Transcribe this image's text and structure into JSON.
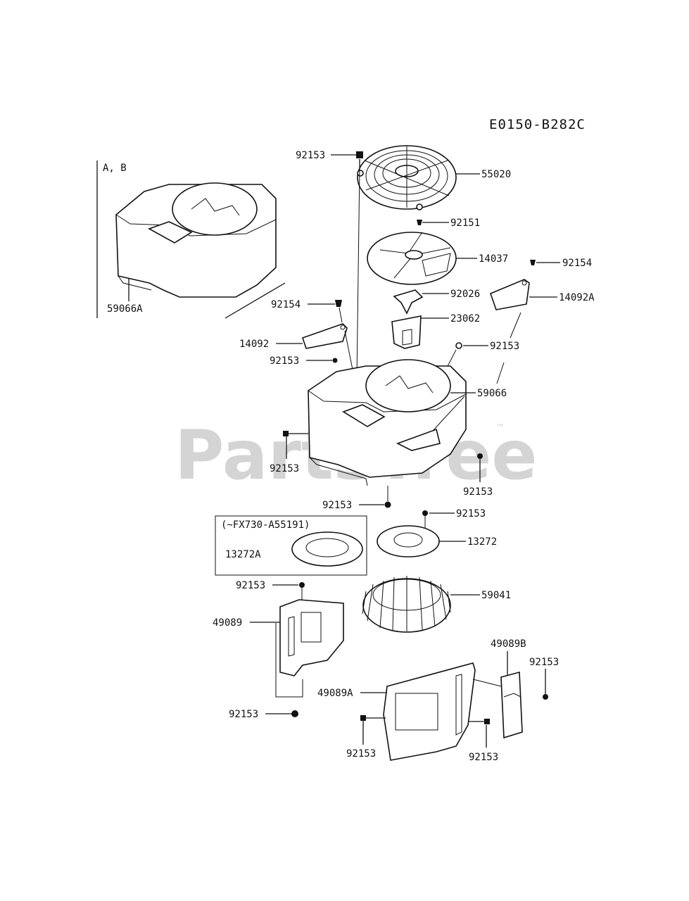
{
  "diagram_code": "E0150-B282C",
  "variant_label": "A, B",
  "inset_label": "(~FX730-A55191)",
  "watermark": "PartsTree",
  "watermark_tm": "™",
  "parts": {
    "p59066A": "59066A",
    "p92154_left": "92154",
    "p14092": "14092",
    "p92153_left": "92153",
    "p92153_top": "92153",
    "p55020": "55020",
    "p92151": "92151",
    "p14037": "14037",
    "p92154_right": "92154",
    "p14092A": "14092A",
    "p92026": "92026",
    "p23062": "23062",
    "p92153_mid": "92153",
    "p59066": "59066",
    "p92153_shroud_left": "92153",
    "p92153_shroud_right": "92153",
    "p92153_bottom": "92153",
    "p92153_plate": "92153",
    "p13272": "13272",
    "p13272A": "13272A",
    "p92153_49089_top": "92153",
    "p59041": "59041",
    "p49089": "49089",
    "p49089B": "49089B",
    "p92153_49089B": "92153",
    "p49089A": "49089A",
    "p92153_49089_bottom": "92153",
    "p92153_49089A_left": "92153",
    "p92153_49089A_right": "92153"
  }
}
